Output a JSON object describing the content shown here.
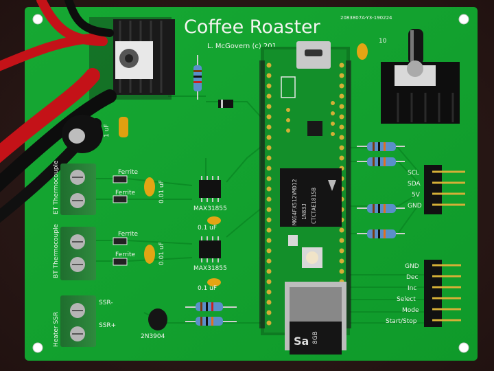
{
  "board": {
    "title": "Coffee Roaster",
    "author": "L. McGovern (c) 201",
    "part_number": "2083807A-Y3-190224",
    "board_color": "#12a32e",
    "silkscreen_color": "#f4f4f0"
  },
  "labels": {
    "et_thermocouple": "ET Thermocouple",
    "bt_thermocouple": "BT Thermocouple",
    "heater_ssr": "Heater SSR",
    "ssr_minus": "SSR-",
    "ssr_plus": "SSR+",
    "ferrite_1": "Ferrite",
    "ferrite_2": "Ferrite",
    "ferrite_3": "Ferrite",
    "ferrite_4": "Ferrite",
    "cap_1": "0.01 uF",
    "cap_2": "0.01 uF",
    "cap_3": "0.1 uF",
    "cap_4": "0.1 uF",
    "cap_top": "1 uF",
    "max_1": "MAX31855",
    "max_2": "MAX31855",
    "transistor": "2N3904",
    "cap_value_top": "10"
  },
  "i2c_header": [
    "SCL",
    "SDA",
    "5V",
    "GND"
  ],
  "button_header": [
    "GND",
    "Dec",
    "Inc",
    "Select",
    "Mode",
    "Start/Stop"
  ],
  "mcu": {
    "line1": "MK64FX512VMD12",
    "line2": "1N83J",
    "line3": "CTCTAE1815B"
  },
  "sd_card": {
    "brand": "Sa",
    "capacity": "8GB"
  }
}
